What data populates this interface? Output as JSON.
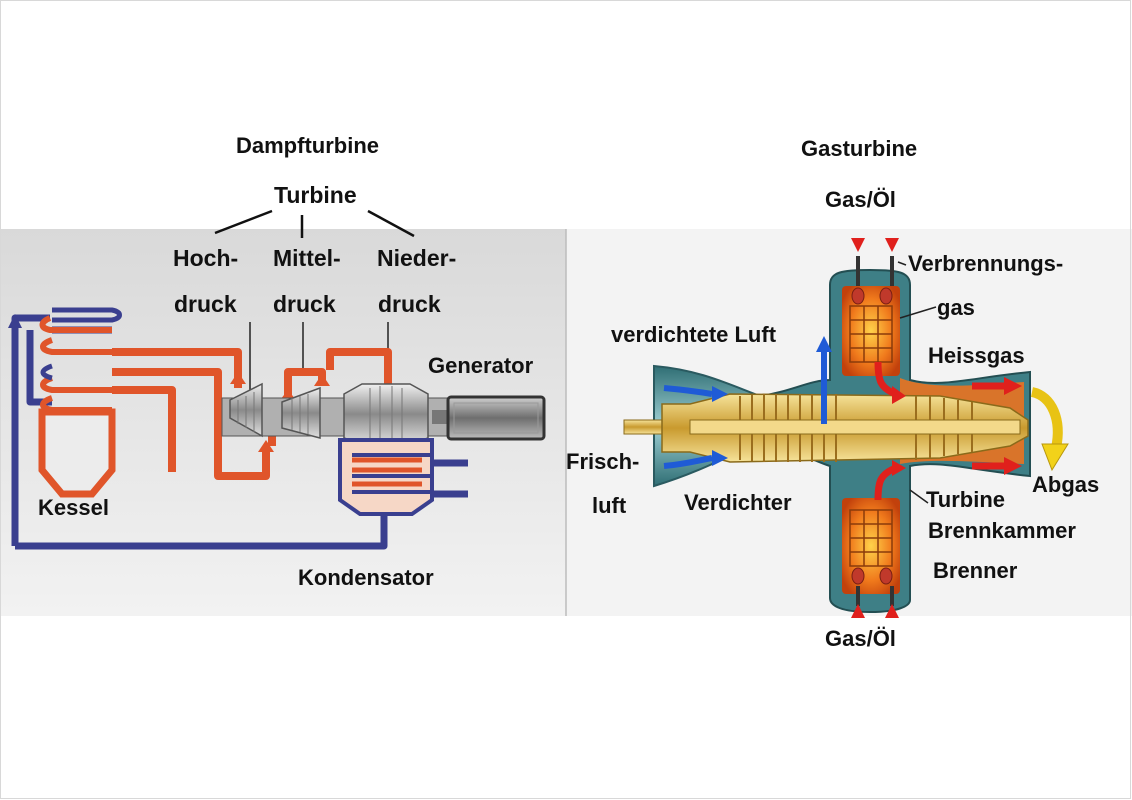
{
  "steam": {
    "title": "Dampfturbine",
    "turbine": "Turbine",
    "stage_hp_1": "Hoch-",
    "stage_hp_2": "druck",
    "stage_ip_1": "Mittel-",
    "stage_ip_2": "druck",
    "stage_lp_1": "Nieder-",
    "stage_lp_2": "druck",
    "generator": "Generator",
    "boiler": "Kessel",
    "condenser": "Kondensator"
  },
  "gas": {
    "title": "Gasturbine",
    "fuel_top": "Gas/Öl",
    "fuel_bottom": "Gas/Öl",
    "combustion_gas_1": "Verbrennungs-",
    "combustion_gas_2": "gas",
    "compressed_air": "verdichtete Luft",
    "hot_gas": "Heissgas",
    "fresh_air_1": "Frisch-",
    "fresh_air_2": "luft",
    "compressor": "Verdichter",
    "turbine": "Turbine",
    "exhaust": "Abgas",
    "combustion_chamber": "Brennkammer",
    "burner": "Brenner"
  },
  "colors": {
    "steam_line": "#e0552a",
    "water_line": "#3a3f8f",
    "panel_bg": "#e6e6e6",
    "casing": "#3e7f86",
    "flame": "#e06a1a",
    "air_arrow": "#1f5bd6",
    "hot_arrow": "#e0201c",
    "exhaust_arrow": "#f2d21a"
  }
}
